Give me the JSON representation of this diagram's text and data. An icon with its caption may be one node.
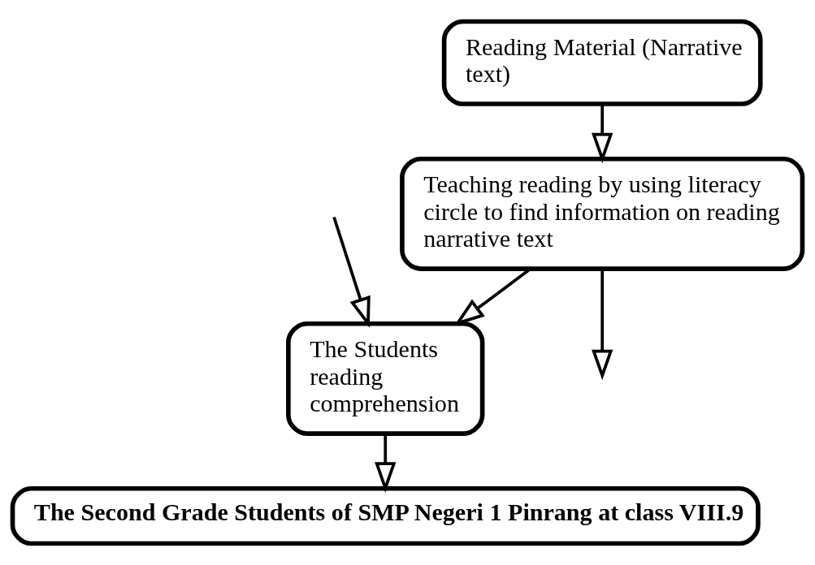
{
  "diagram": {
    "nodes": [
      {
        "text": [
          "Reading Material (Narrative text)"
        ]
      },
      {
        "text": [
          "Teaching reading by using literacy circle to find information on reading narrative text"
        ]
      },
      {
        "text": [
          "The Students reading comprehension"
        ]
      },
      {
        "text": [
          "The Second Grade Students of SMP Negeri 1 Pinrang at class VIII.9"
        ]
      }
    ],
    "edges": [
      {
        "from": 0,
        "to": 1,
        "arrow": "to"
      },
      {
        "from": 1,
        "to": null,
        "arrow": "to"
      },
      {
        "from": null,
        "to": 2,
        "arrow": "to"
      },
      {
        "from": 1,
        "to": 2,
        "arrow": "to"
      },
      {
        "from": 2,
        "to": 3,
        "arrow": "to"
      }
    ]
  }
}
